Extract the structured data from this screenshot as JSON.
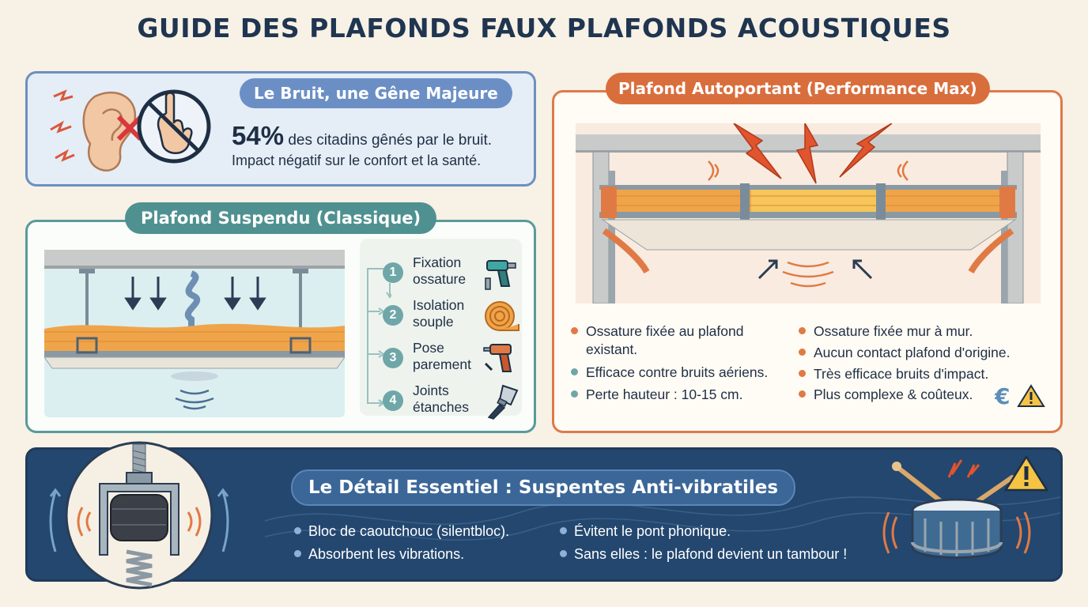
{
  "title": "GUIDE DES PLAFONDS FAUX PLAFONDS ACOUSTIQUES",
  "noise": {
    "title": "Le Bruit, une Gêne Majeure",
    "stat_value": "54%",
    "stat_text": " des citadins gênés par le bruit.",
    "impact": "Impact négatif sur le confort et la santé."
  },
  "suspendu": {
    "title": "Plafond Suspendu (Classique)",
    "steps": [
      {
        "num": "1",
        "label": "Fixation ossature",
        "icon": "drill-icon"
      },
      {
        "num": "2",
        "label": "Isolation souple",
        "icon": "insulation-roll-icon"
      },
      {
        "num": "3",
        "label": "Pose parement",
        "icon": "screwdriver-drill-icon"
      },
      {
        "num": "4",
        "label": "Joints étanches",
        "icon": "putty-knife-icon"
      }
    ]
  },
  "autoportant": {
    "title": "Plafond Autoportant (Performance Max)",
    "left_bullets": [
      {
        "text": "Ossature fixée au plafond existant.",
        "color": "#e07a44"
      },
      {
        "text": "Efficace contre bruits aériens.",
        "color": "#6fa7a8"
      },
      {
        "text": "Perte hauteur : 10-15 cm.",
        "color": "#6fa7a8"
      }
    ],
    "right_bullets": [
      {
        "text": "Ossature fixée mur à mur.",
        "color": "#e07a44"
      },
      {
        "text": "Aucun contact plafond d'origine.",
        "color": "#e07a44"
      },
      {
        "text": "Très efficace bruits d'impact.",
        "color": "#e07a44"
      },
      {
        "text": "Plus complexe & coûteux.",
        "color": "#e07a44"
      }
    ]
  },
  "detail": {
    "title": "Le Détail Essentiel : Suspentes Anti-vibratiles",
    "left_bullets": [
      "Bloc de caoutchouc (silentbloc).",
      "Absorbent les vibrations."
    ],
    "right_bullets": [
      "Évitent le pont phonique.",
      "Sans elles : le plafond devient un tambour !"
    ]
  },
  "colors": {
    "navy": "#1f3550",
    "orange": "#d96e3d",
    "teal": "#4f9190",
    "blue": "#6b8fc5"
  }
}
